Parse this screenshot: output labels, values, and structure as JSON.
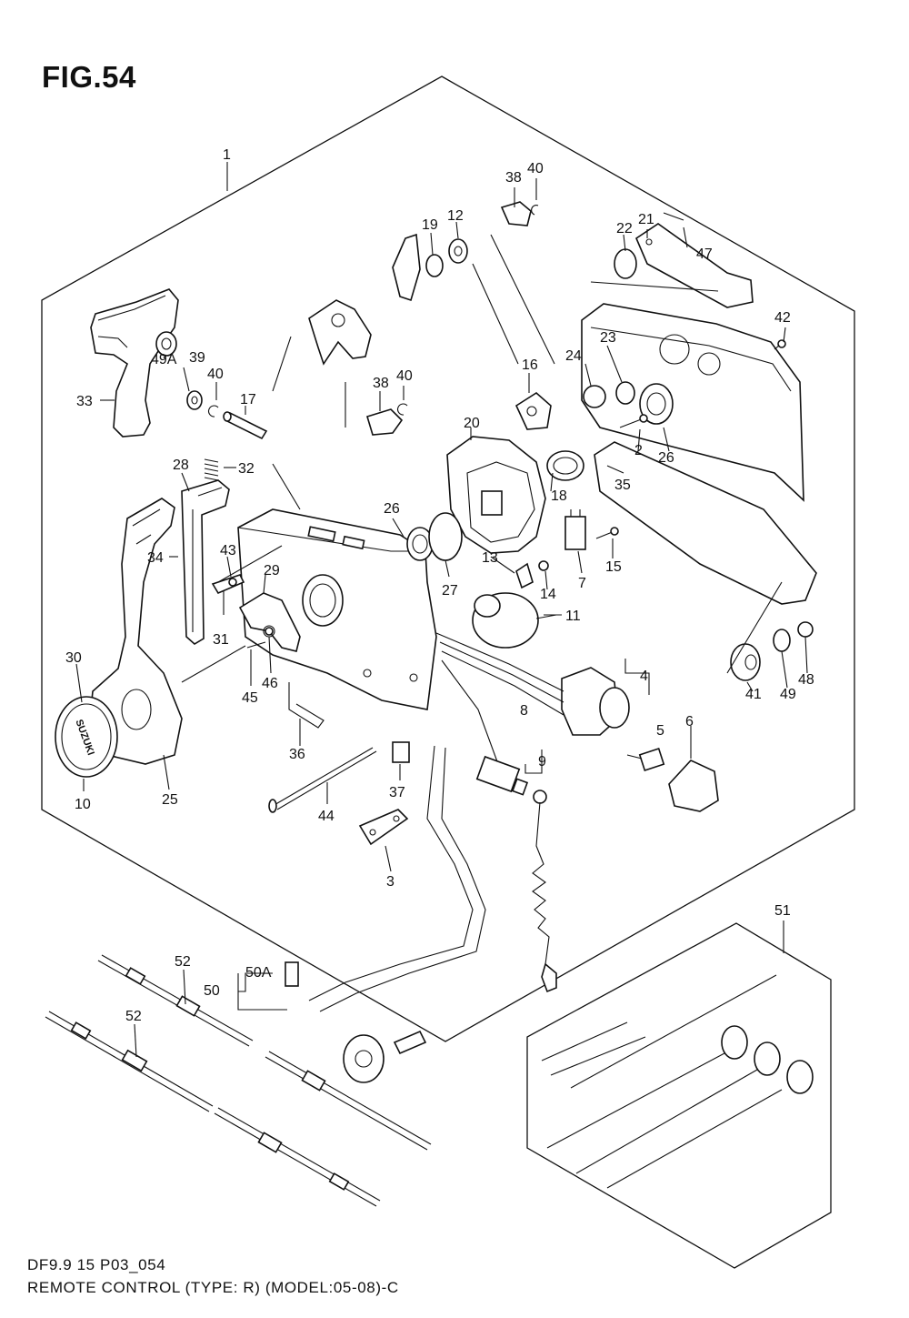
{
  "figure_title": "FIG.54",
  "footer": {
    "code": "DF9.9 15 P03_054",
    "caption": "REMOTE CONTROL (TYPE: R) (MODEL:05-08)-C"
  },
  "callouts": {
    "c1": "1",
    "c2": "2",
    "c3": "3",
    "c4": "4",
    "c5": "5",
    "c6": "6",
    "c7": "7",
    "c8": "8",
    "c9": "9",
    "c10": "10",
    "c11": "11",
    "c12": "12",
    "c13": "13",
    "c14": "14",
    "c15": "15",
    "c16": "16",
    "c17": "17",
    "c18": "18",
    "c19": "19",
    "c20": "20",
    "c21": "21",
    "c22": "22",
    "c23": "23",
    "c24": "24",
    "c25": "25",
    "c26a": "26",
    "c26b": "26",
    "c27": "27",
    "c28": "28",
    "c29": "29",
    "c30": "30",
    "c31": "31",
    "c32": "32",
    "c33": "33",
    "c34": "34",
    "c35": "35",
    "c36": "36",
    "c37": "37",
    "c38a": "38",
    "c38b": "38",
    "c39": "39",
    "c40a": "40",
    "c40b": "40",
    "c41": "41",
    "c42": "42",
    "c43": "43",
    "c44": "44",
    "c45": "45",
    "c46": "46",
    "c47": "47",
    "c48": "48",
    "c49": "49",
    "c49a": "49A",
    "c50": "50",
    "c50a": "50A",
    "c51": "51",
    "c52a": "52",
    "c52b": "52"
  },
  "emblem_text": "SUZUKI"
}
